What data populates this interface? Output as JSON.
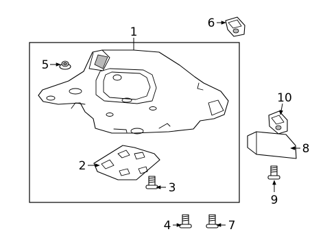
{
  "callouts": {
    "c1": "1",
    "c2": "2",
    "c3": "3",
    "c4": "4",
    "c5": "5",
    "c6": "6",
    "c7": "7",
    "c8": "8",
    "c9": "9",
    "c10": "10"
  },
  "parts": [
    "under-cover-assembly",
    "access-panel",
    "screw",
    "screw",
    "push-nut",
    "u-nut-clip",
    "screw",
    "side-bracket",
    "screw",
    "u-nut-clip"
  ]
}
